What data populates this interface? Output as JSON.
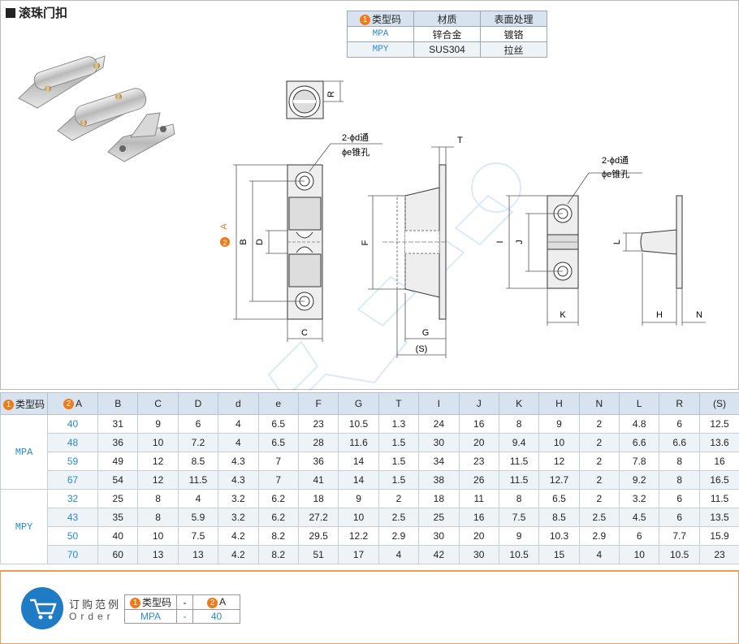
{
  "title": "滚珠门扣",
  "material_table": {
    "headers": [
      "类型码",
      "材质",
      "表面处理"
    ],
    "rows": [
      {
        "code": "MPA",
        "material": "锌合金",
        "finish": "镀铬"
      },
      {
        "code": "MPY",
        "material": "SUS304",
        "finish": "拉丝"
      }
    ]
  },
  "badges": {
    "one": "1",
    "two": "2"
  },
  "drawing_labels": {
    "R": "R",
    "B": "B",
    "D": "D",
    "A": "A",
    "C": "C",
    "T": "T",
    "F": "F",
    "G": "G",
    "S": "(S)",
    "I": "I",
    "J": "J",
    "K": "K",
    "L": "L",
    "H": "H",
    "N": "N",
    "hole1_line1": "2-ϕd通",
    "hole1_line2": "ϕe锥孔",
    "hole2_line1": "2-ϕd通",
    "hole2_line2": "ϕe锥孔"
  },
  "spec_table": {
    "type_header": "类型码",
    "a_header": "A",
    "columns": [
      "B",
      "C",
      "D",
      "d",
      "e",
      "F",
      "G",
      "T",
      "I",
      "J",
      "K",
      "H",
      "N",
      "L",
      "R",
      "(S)"
    ],
    "groups": [
      {
        "type": "MPA",
        "rows": [
          {
            "A": "40",
            "v": [
              "31",
              "9",
              "6",
              "4",
              "6.5",
              "23",
              "10.5",
              "1.3",
              "24",
              "16",
              "8",
              "9",
              "2",
              "4.8",
              "6",
              "12.5"
            ]
          },
          {
            "A": "48",
            "v": [
              "36",
              "10",
              "7.2",
              "4",
              "6.5",
              "28",
              "11.6",
              "1.5",
              "30",
              "20",
              "9.4",
              "10",
              "2",
              "6.6",
              "6.6",
              "13.6"
            ]
          },
          {
            "A": "59",
            "v": [
              "49",
              "12",
              "8.5",
              "4.3",
              "7",
              "36",
              "14",
              "1.5",
              "34",
              "23",
              "11.5",
              "12",
              "2",
              "7.8",
              "8",
              "16"
            ]
          },
          {
            "A": "67",
            "v": [
              "54",
              "12",
              "11.5",
              "4.3",
              "7",
              "41",
              "14",
              "1.5",
              "38",
              "26",
              "11.5",
              "12.7",
              "2",
              "9.2",
              "8",
              "16.5"
            ]
          }
        ]
      },
      {
        "type": "MPY",
        "rows": [
          {
            "A": "32",
            "v": [
              "25",
              "8",
              "4",
              "3.2",
              "6.2",
              "18",
              "9",
              "2",
              "18",
              "11",
              "8",
              "6.5",
              "2",
              "3.2",
              "6",
              "11.5"
            ]
          },
          {
            "A": "43",
            "v": [
              "35",
              "8",
              "5.9",
              "3.2",
              "6.2",
              "27.2",
              "10",
              "2.5",
              "25",
              "16",
              "7.5",
              "8.5",
              "2.5",
              "4.5",
              "6",
              "13.5"
            ]
          },
          {
            "A": "50",
            "v": [
              "40",
              "10",
              "7.5",
              "4.2",
              "8.2",
              "29.5",
              "12.2",
              "2.9",
              "30",
              "20",
              "9",
              "10.3",
              "2.9",
              "6",
              "7.7",
              "15.9"
            ]
          },
          {
            "A": "70",
            "v": [
              "60",
              "13",
              "13",
              "4.2",
              "8.2",
              "51",
              "17",
              "4",
              "42",
              "30",
              "10.5",
              "15",
              "4",
              "10",
              "10.5",
              "23"
            ]
          }
        ]
      }
    ]
  },
  "order": {
    "label_cn": "订购范例",
    "label_en": "Order",
    "headers": [
      "类型码",
      "-",
      "A"
    ],
    "values": [
      "MPA",
      "-",
      "40"
    ]
  },
  "colors": {
    "accent": "#2a8bd0",
    "badge": "#f07a1a",
    "header_bg": "#d7e3ef",
    "order_border": "#f09a50"
  }
}
